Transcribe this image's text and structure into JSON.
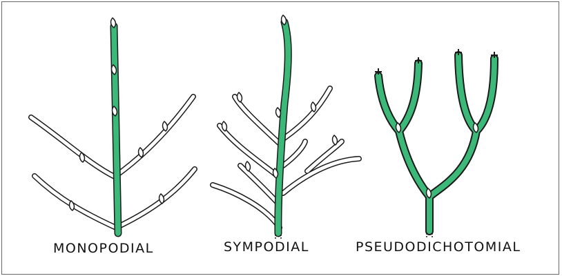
{
  "labels": {
    "monopodial": "MONOPODIAL",
    "sympodial": "SYMPODIAL",
    "pseudodichotomial": "PSEUDODICHOTOMIAL"
  },
  "colors": {
    "main_axis": "#3cb878",
    "branch_fill": "#ffffff",
    "outline": "#1a1a1a"
  },
  "icons": {
    "bud": "bud-icon"
  }
}
